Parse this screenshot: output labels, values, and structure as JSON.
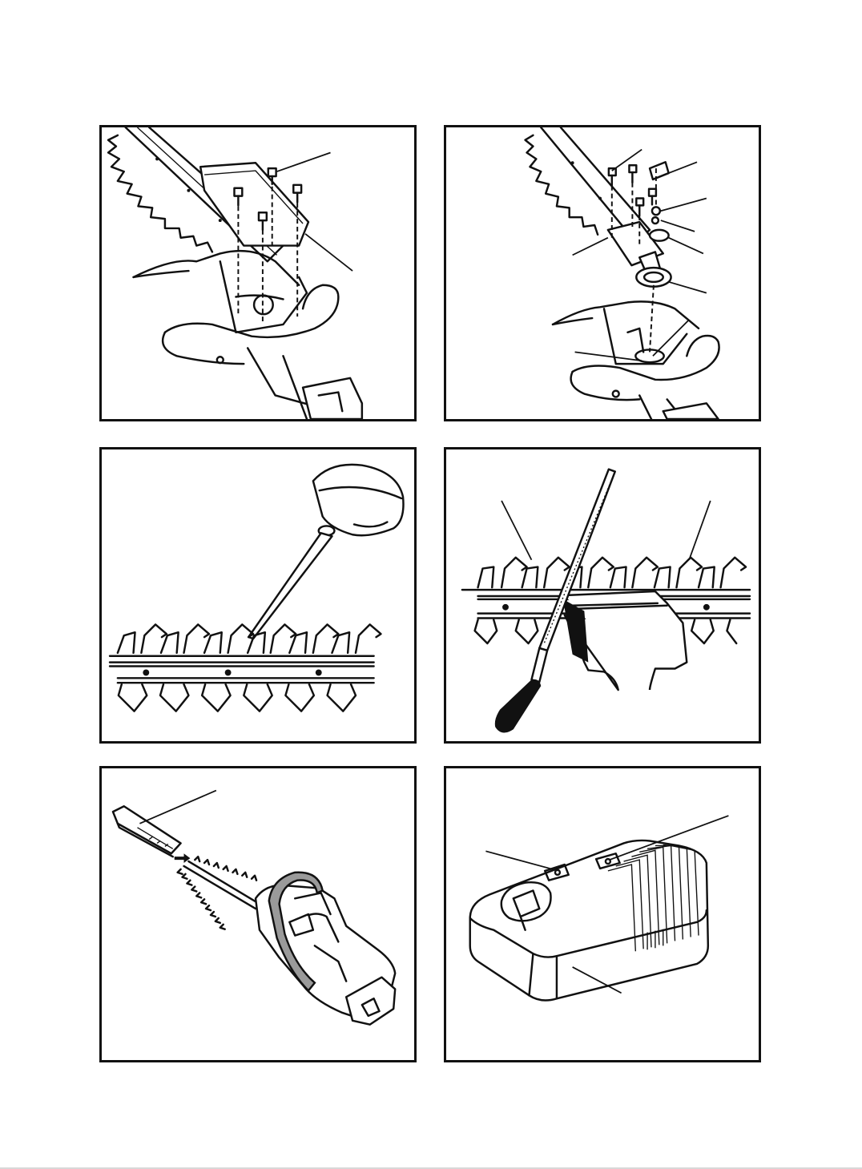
{
  "figures": [
    {
      "id": "fig-1",
      "depicts": "blade-cover-removal"
    },
    {
      "id": "fig-2",
      "depicts": "blade-assembly-exploded"
    },
    {
      "id": "fig-3",
      "depicts": "blade-oiling"
    },
    {
      "id": "fig-4",
      "depicts": "blade-sharpening"
    },
    {
      "id": "fig-5",
      "depicts": "blade-sheath"
    },
    {
      "id": "fig-6",
      "depicts": "battery-charger"
    }
  ],
  "colors": {
    "ink": "#111111",
    "paper": "#ffffff",
    "shade": "#9a9a9a"
  }
}
